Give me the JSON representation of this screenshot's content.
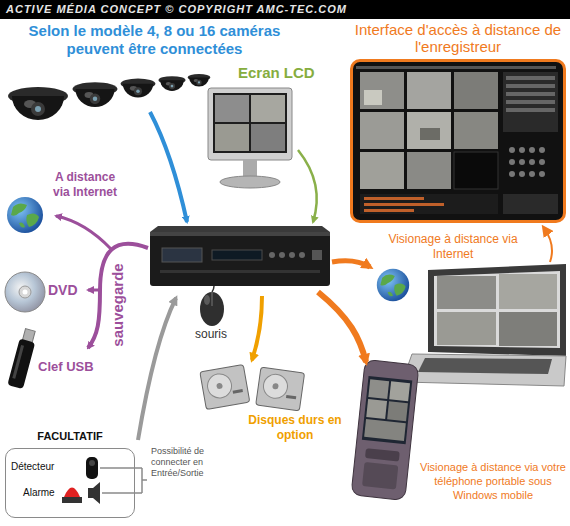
{
  "diagram": {
    "nodes": [
      {
        "text": [
          "Interface d'accès à distance de l'enregistreur"
        ]
      },
      {
        "text": [
          "FACULTATIF",
          "Détecteur",
          "Alarme"
        ]
      }
    ],
    "labels": [
      "ACTIVE MÉDIA CONCEPT © COPYRIGHT AMC-TEC.COM",
      "Selon le modèle 4, 8 ou 16 caméras peuvent être connectées",
      "Ecran LCD",
      "A distance via Internet",
      "sauvegarde",
      "DVD",
      "Clef USB",
      "souris",
      "Disques durs en option",
      "Visionage à distance via Internet",
      "Visionage à distance via votre téléphone portable sous Windows mobile",
      "Possibilité de connecter en Entrée/Sortie"
    ]
  }
}
